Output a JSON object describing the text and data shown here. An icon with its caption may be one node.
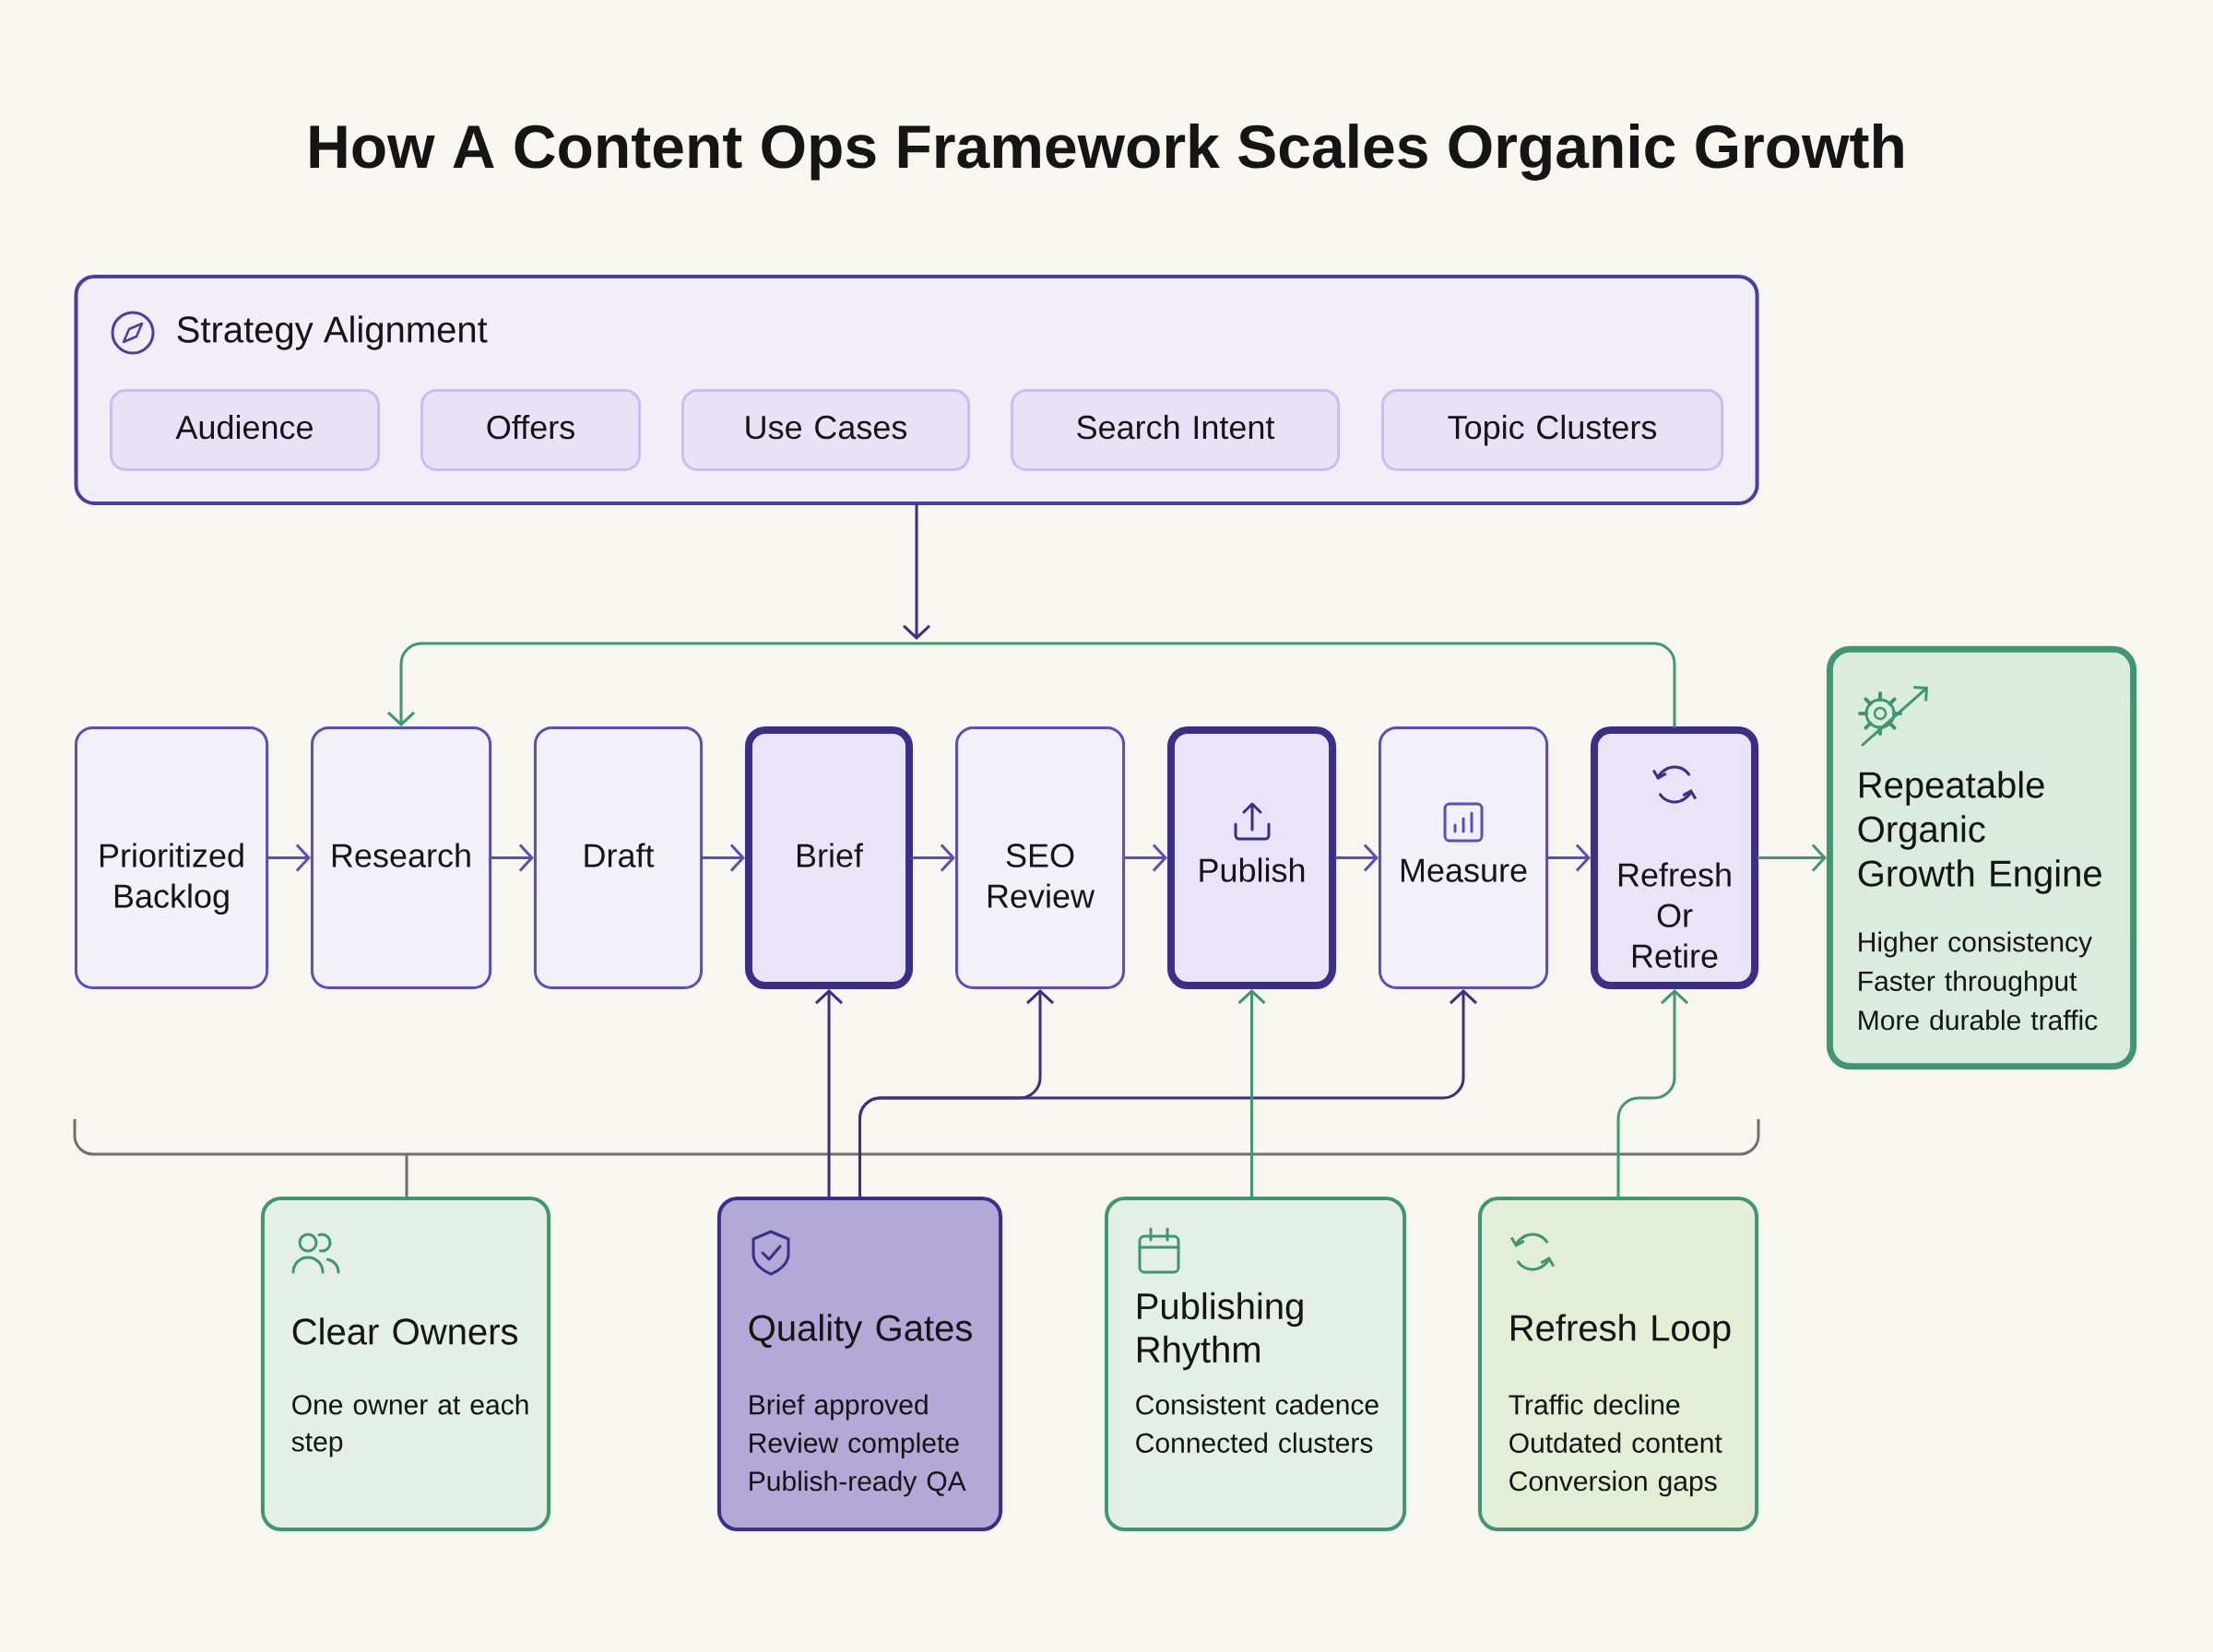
{
  "diagram": {
    "title": "How A Content Ops Framework Scales Organic Growth",
    "nodes": [
      {
        "text": [
          "Strategy Alignment"
        ]
      },
      {
        "text": [
          "Audience"
        ],
        "in": 0
      },
      {
        "text": [
          "Offers"
        ],
        "in": 0
      },
      {
        "text": [
          "Use Cases"
        ],
        "in": 0
      },
      {
        "text": [
          "Search Intent"
        ],
        "in": 0
      },
      {
        "text": [
          "Topic Clusters"
        ],
        "in": 0
      },
      {
        "text": [
          "Prioritized Backlog"
        ]
      },
      {
        "text": [
          "Research"
        ]
      },
      {
        "text": [
          "Draft"
        ]
      },
      {
        "text": [
          "Brief"
        ]
      },
      {
        "text": [
          "SEO Review"
        ]
      },
      {
        "text": [
          "Publish"
        ]
      },
      {
        "text": [
          "Measure"
        ]
      },
      {
        "text": [
          "Refresh Or Retire"
        ]
      },
      {
        "text": [
          "Repeatable Organic Growth Engine",
          "Higher consistency",
          "Faster throughput",
          "More durable traffic"
        ]
      },
      {
        "text": [
          "Clear Owners",
          "One owner at each step"
        ]
      },
      {
        "text": [
          "Quality Gates",
          "Brief approved",
          "Review complete",
          "Publish-ready QA"
        ]
      },
      {
        "text": [
          "Publishing Rhythm",
          "Consistent cadence",
          "Connected clusters"
        ]
      },
      {
        "text": [
          "Refresh Loop",
          "Traffic decline",
          "Outdated content",
          "Conversion gaps"
        ]
      }
    ],
    "edges": [
      {
        "from": 0,
        "to": null,
        "arrow": "to",
        "color": "#3b2d8a"
      },
      {
        "from": 6,
        "to": 7,
        "arrow": "to"
      },
      {
        "from": 7,
        "to": 8,
        "arrow": "to"
      },
      {
        "from": 8,
        "to": 9,
        "arrow": "to"
      },
      {
        "from": 9,
        "to": 10,
        "arrow": "to"
      },
      {
        "from": 10,
        "to": 11,
        "arrow": "to"
      },
      {
        "from": 11,
        "to": 12,
        "arrow": "to"
      },
      {
        "from": 12,
        "to": 13,
        "arrow": "to"
      },
      {
        "from": 13,
        "to": 14,
        "arrow": "to",
        "color": "#3e9771"
      },
      {
        "from": 13,
        "to": 7,
        "arrow": "to",
        "color": "#3e9771"
      },
      {
        "from": 16,
        "to": 9,
        "arrow": "to",
        "color": "#3b2d8a"
      },
      {
        "from": 16,
        "to": 10,
        "arrow": "to",
        "color": "#3b2d8a"
      },
      {
        "from": 16,
        "to": 12,
        "arrow": "to",
        "color": "#3b2d8a"
      },
      {
        "from": 17,
        "to": 11,
        "arrow": "to",
        "color": "#3e9771"
      },
      {
        "from": 18,
        "to": 13,
        "arrow": "to",
        "color": "#3e9771"
      }
    ]
  }
}
